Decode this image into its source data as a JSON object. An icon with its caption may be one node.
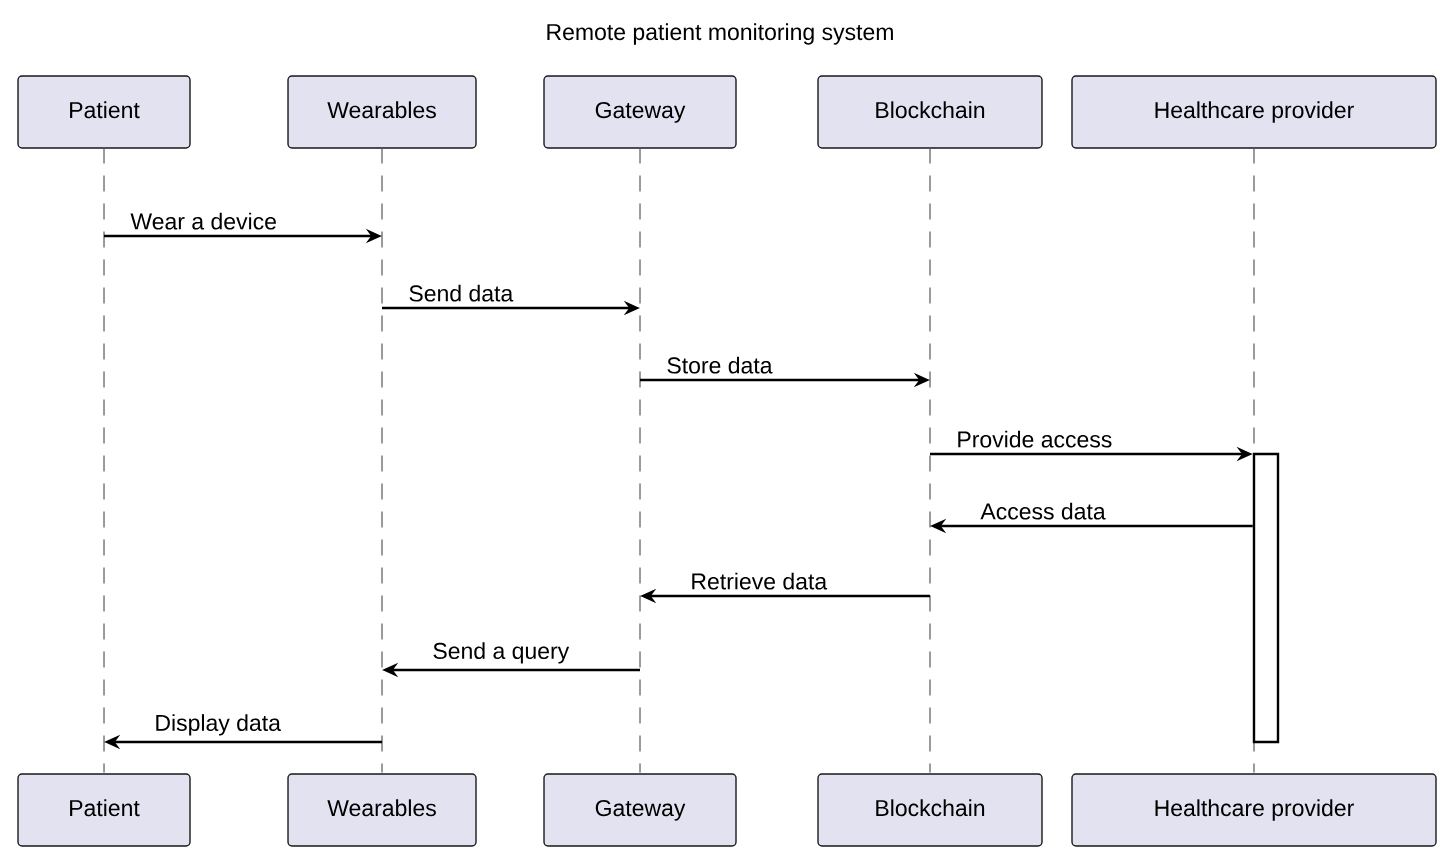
{
  "diagram": {
    "title": "Remote patient monitoring system",
    "nodes": [
      {
        "text": [
          "Patient"
        ]
      },
      {
        "text": [
          "Wearables"
        ]
      },
      {
        "text": [
          "Gateway"
        ]
      },
      {
        "text": [
          "Blockchain"
        ]
      },
      {
        "text": [
          "Healthcare provider"
        ]
      },
      {
        "text": [],
        "shape": "line"
      },
      {
        "text": [],
        "shape": "line"
      },
      {
        "text": [],
        "shape": "line"
      },
      {
        "text": [],
        "shape": "line"
      },
      {
        "text": [],
        "shape": "line"
      },
      {
        "text": [
          "Patient"
        ]
      },
      {
        "text": [
          "Wearables"
        ]
      },
      {
        "text": [
          "Gateway"
        ]
      },
      {
        "text": [
          "Blockchain"
        ]
      },
      {
        "text": [
          "Healthcare provider"
        ]
      },
      {
        "text": [],
        "shape": "bar"
      }
    ],
    "edges": [
      {
        "from": 5,
        "to": 6,
        "arrow": "to",
        "label": "Wear a device"
      },
      {
        "from": 6,
        "to": 7,
        "arrow": "to",
        "label": "Send data"
      },
      {
        "from": 7,
        "to": 8,
        "arrow": "to",
        "label": "Store data"
      },
      {
        "from": 8,
        "to": 15,
        "arrow": "to",
        "label": "Provide access"
      },
      {
        "from": 15,
        "to": 8,
        "arrow": "to",
        "label": "Access data"
      },
      {
        "from": 8,
        "to": 7,
        "arrow": "to",
        "label": "Retrieve data"
      },
      {
        "from": 7,
        "to": 6,
        "arrow": "to",
        "label": "Send a query"
      },
      {
        "from": 6,
        "to": 5,
        "arrow": "to",
        "label": "Display data"
      }
    ]
  }
}
